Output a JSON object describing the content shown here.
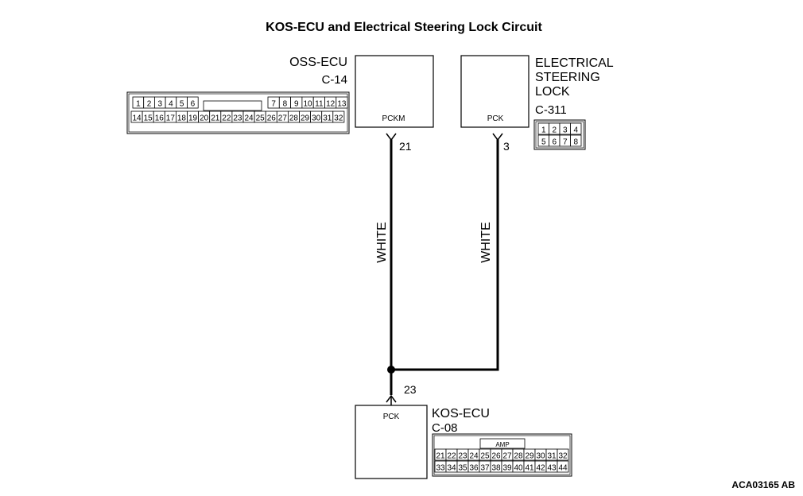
{
  "title": "KOS-ECU and Electrical Steering Lock Circuit",
  "figure_id": "ACA03165 AB",
  "components": {
    "oss_ecu": {
      "name": "OSS-ECU",
      "connector": "C-14",
      "terminal": "PCKM",
      "pin": "21"
    },
    "steering_lock": {
      "name_lines": [
        "ELECTRICAL",
        "STEERING",
        "LOCK"
      ],
      "connector": "C-311",
      "terminal": "PCK",
      "pin": "3"
    },
    "kos_ecu": {
      "name": "KOS-ECU",
      "connector": "C-08",
      "terminal": "PCK",
      "pin": "23"
    }
  },
  "wires": {
    "left_color": "WHITE",
    "right_color": "WHITE"
  },
  "connector_c14": {
    "top_left": [
      "1",
      "2",
      "3",
      "4",
      "5",
      "6"
    ],
    "top_right": [
      "7",
      "8",
      "9",
      "10",
      "11",
      "12",
      "13"
    ],
    "bottom": [
      "14",
      "15",
      "16",
      "17",
      "18",
      "19",
      "20",
      "21",
      "22",
      "23",
      "24",
      "25",
      "26",
      "27",
      "28",
      "29",
      "30",
      "31",
      "32"
    ]
  },
  "connector_c311": {
    "top": [
      "1",
      "2",
      "3",
      "4"
    ],
    "bottom": [
      "5",
      "6",
      "7",
      "8"
    ]
  },
  "connector_c08": {
    "tag": "AMP",
    "top": [
      "21",
      "22",
      "23",
      "24",
      "25",
      "26",
      "27",
      "28",
      "29",
      "30",
      "31",
      "32"
    ],
    "bottom": [
      "33",
      "34",
      "35",
      "36",
      "37",
      "38",
      "39",
      "40",
      "41",
      "42",
      "43",
      "44"
    ]
  }
}
